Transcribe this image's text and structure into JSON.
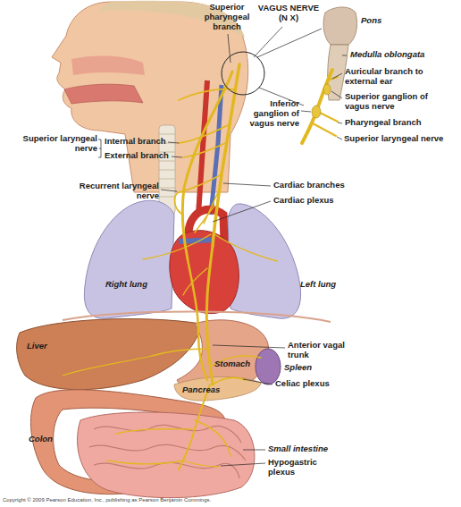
{
  "diagram": {
    "labels": [
      "Superior pharyngeal branch",
      "VAGUS NERVE (N X)",
      "Pons",
      "Medulla oblongata",
      "Auricular branch to external ear",
      "Superior ganglion of vagus nerve",
      "Inferior ganglion of vagus nerve",
      "Pharyngeal branch",
      "Superior laryngeal nerve",
      "Superior laryngeal nerve",
      "Internal branch",
      "External branch",
      "Recurrent laryngeal nerve",
      "Cardiac branches",
      "Cardiac plexus",
      "Right lung",
      "Left lung",
      "Liver",
      "Anterior vagal trunk",
      "Spleen",
      "Stomach",
      "Celiac plexus",
      "Pancreas",
      "Colon",
      "Small intestine",
      "Hypogastric plexus",
      "Copyright © 2009 Pearson Education, Inc., publishing as Pearson Benjamin Cummings."
    ]
  }
}
